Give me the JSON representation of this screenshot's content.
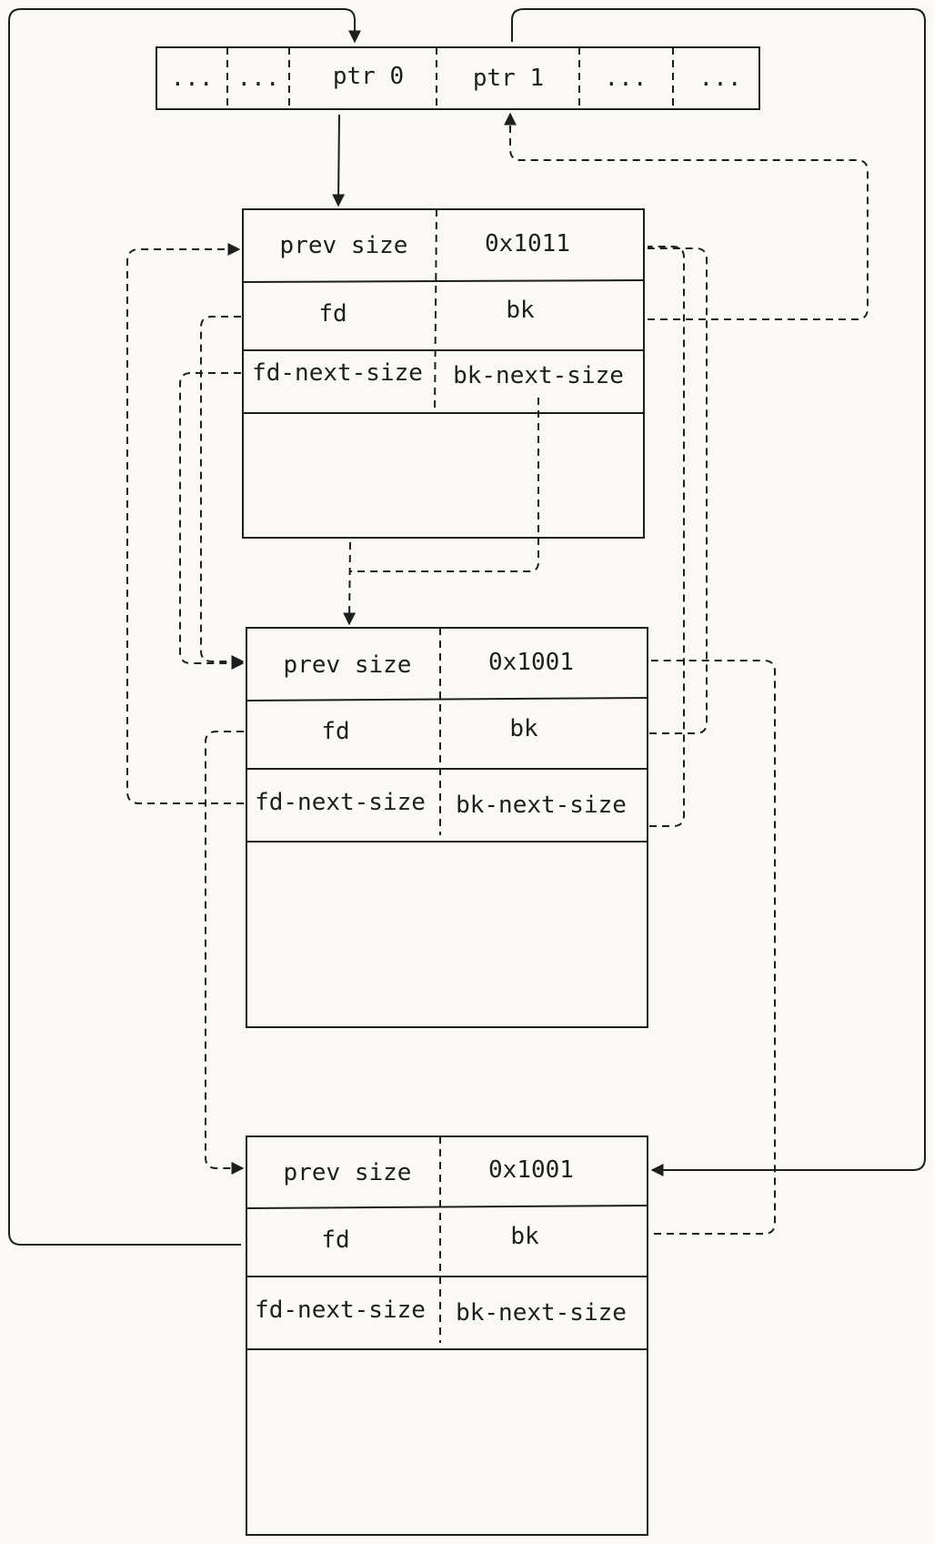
{
  "bins_array": {
    "cells": [
      "...",
      "...",
      "ptr 0",
      "ptr 1",
      "...",
      "..."
    ]
  },
  "chunks": [
    {
      "prev_size_label": "prev size",
      "size_value": "0x1011",
      "fd_label": "fd",
      "bk_label": "bk",
      "fd_next_size_label": "fd-next-size",
      "bk_next_size_label": "bk-next-size"
    },
    {
      "prev_size_label": "prev size",
      "size_value": "0x1001",
      "fd_label": "fd",
      "bk_label": "bk",
      "fd_next_size_label": "fd-next-size",
      "bk_next_size_label": "bk-next-size"
    },
    {
      "prev_size_label": "prev size",
      "size_value": "0x1001",
      "fd_label": "fd",
      "bk_label": "bk",
      "fd_next_size_label": "fd-next-size",
      "bk_next_size_label": "bk-next-size"
    }
  ]
}
